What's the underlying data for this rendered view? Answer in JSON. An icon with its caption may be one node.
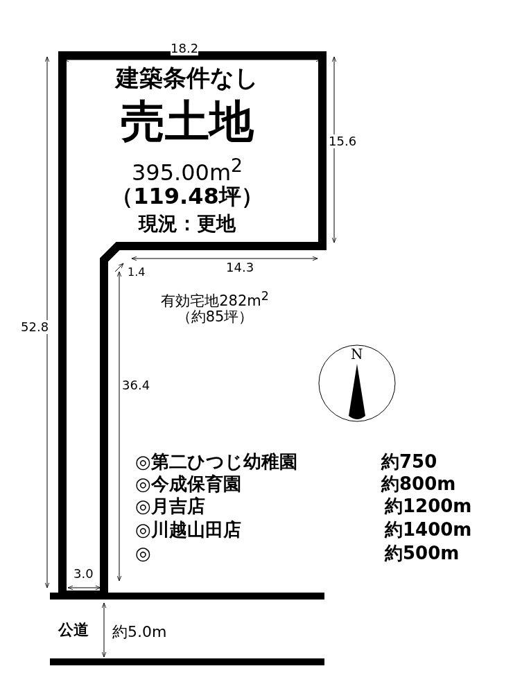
{
  "diagram": {
    "nodes": [
      {
        "text": [
          "建築条件なし",
          "売土地",
          "395.00m$^{2}$",
          "（119.48坪）",
          "現況：更地",
          "有効宅地282m$^{2}$ （約85坪）"
        ]
      },
      {
        "text": [
          "公道"
        ]
      }
    ],
    "labels": [
      "18.2",
      "15.6",
      "14.3",
      "1.4",
      "52.8",
      "36.4",
      "3.0",
      "約5.0m",
      "N",
      "◎第二ひつじ幼稚園",
      "約750",
      "◎今成保育園",
      "約800m",
      "◎月吉店",
      "約1200m",
      "◎川越山田店",
      "約1400m",
      "◎",
      "約500m"
    ]
  }
}
